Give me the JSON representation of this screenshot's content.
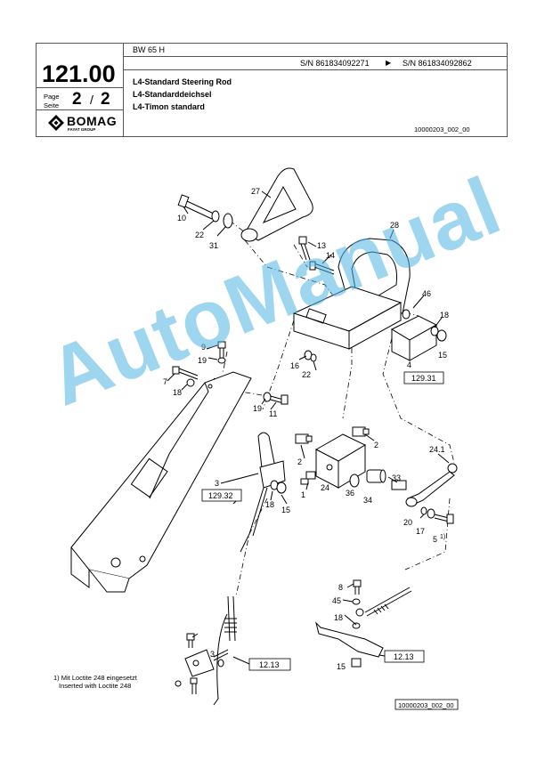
{
  "header": {
    "page_number": "121.00",
    "page_label_en": "Page",
    "page_label_de": "Seite",
    "page_current": "2",
    "page_separator": "/",
    "page_total": "2",
    "brand_name": "BOMAG",
    "brand_sub": "FAYAT GROUP",
    "model": "BW 65 H",
    "sn_from": "S/N 861834092271",
    "sn_arrow": "▶",
    "sn_to": "S/N 861834092862",
    "title_en": "L4-Standard Steering Rod",
    "title_de": "L4-Standarddeichsel",
    "title_es": "L4-Timon standard",
    "doc_id": "10000203_002_00"
  },
  "diagram": {
    "callouts": [
      "27",
      "10",
      "22",
      "31",
      "13",
      "14",
      "28",
      "46",
      "18",
      "15",
      "4",
      "16",
      "22",
      "9",
      "19",
      "7",
      "18",
      "19",
      "11",
      "2",
      "2",
      "24.1",
      "1",
      "24",
      "36",
      "33",
      "34",
      "20",
      "17",
      "3",
      "18",
      "15",
      "5",
      "1)",
      "8",
      "45",
      "18",
      "3",
      "15"
    ],
    "ref_boxes": [
      "129.31",
      "129.32",
      "12.13",
      "12.13"
    ],
    "footnote_de": "1) Mit Loctite 248 eingesetzt",
    "footnote_en": "Inserted with Loctite 248",
    "image_id": "10000203_002_00"
  },
  "watermark": "AutoManual"
}
